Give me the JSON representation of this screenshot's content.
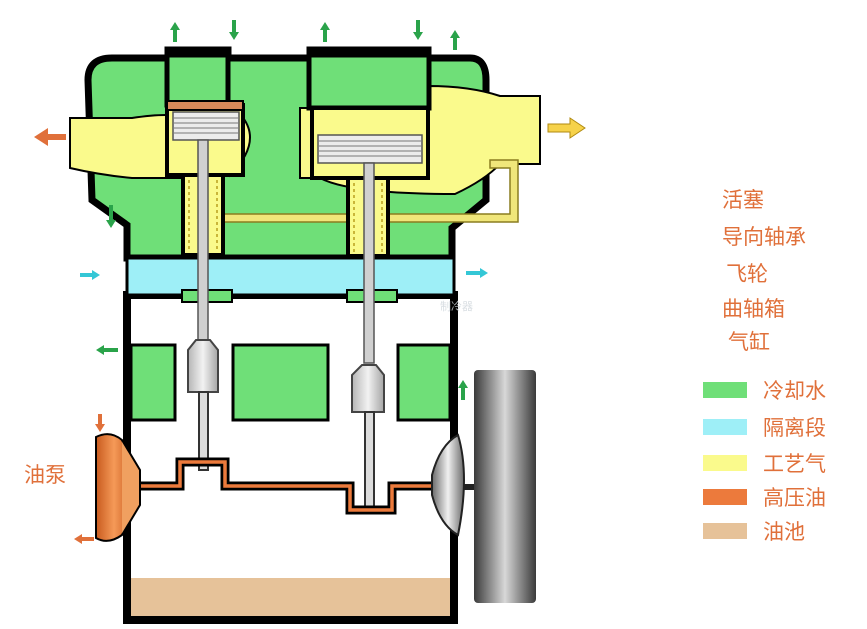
{
  "labels": {
    "oil_pump": "油泵",
    "piston": "活塞",
    "guide_bearing": "导向轴承",
    "flywheel": "飞轮",
    "crankcase": "曲轴箱",
    "cylinder": "气缸"
  },
  "legend": [
    {
      "label": "冷却水",
      "color": "#6fdf78"
    },
    {
      "label": "隔离段",
      "color": "#9eeff7"
    },
    {
      "label": "工艺气",
      "color": "#fafa8c"
    },
    {
      "label": "高压油",
      "color": "#ec7a3c"
    },
    {
      "label": "油池",
      "color": "#e6c299"
    }
  ],
  "colors": {
    "outline": "#000000",
    "cooling_water": "#6fdf78",
    "isolation": "#9eeff7",
    "process_gas": "#fafa8c",
    "high_pressure_oil": "#ec7a3c",
    "oil_sump": "#e6c299",
    "flywheel": "#707070",
    "arrow_green": "#2aa34a",
    "arrow_cyan": "#34c7d6",
    "arrow_orange": "#e0703a"
  }
}
